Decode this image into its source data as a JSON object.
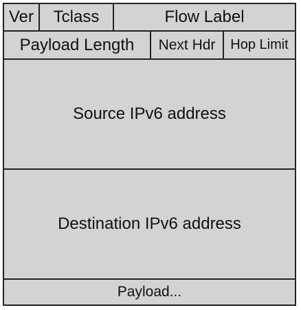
{
  "header": {
    "row1": {
      "version": "Ver",
      "traffic_class": "Tclass",
      "flow_label": "Flow Label"
    },
    "row2": {
      "payload_length": "Payload Length",
      "next_header": "Next Hdr",
      "hop_limit": "Hop Limit"
    },
    "source_address": "Source IPv6 address",
    "destination_address": "Destination IPv6 address",
    "payload": "Payload..."
  },
  "colors": {
    "field_fill": "#d3d3d3",
    "border": "#222222",
    "text": "#111111"
  }
}
